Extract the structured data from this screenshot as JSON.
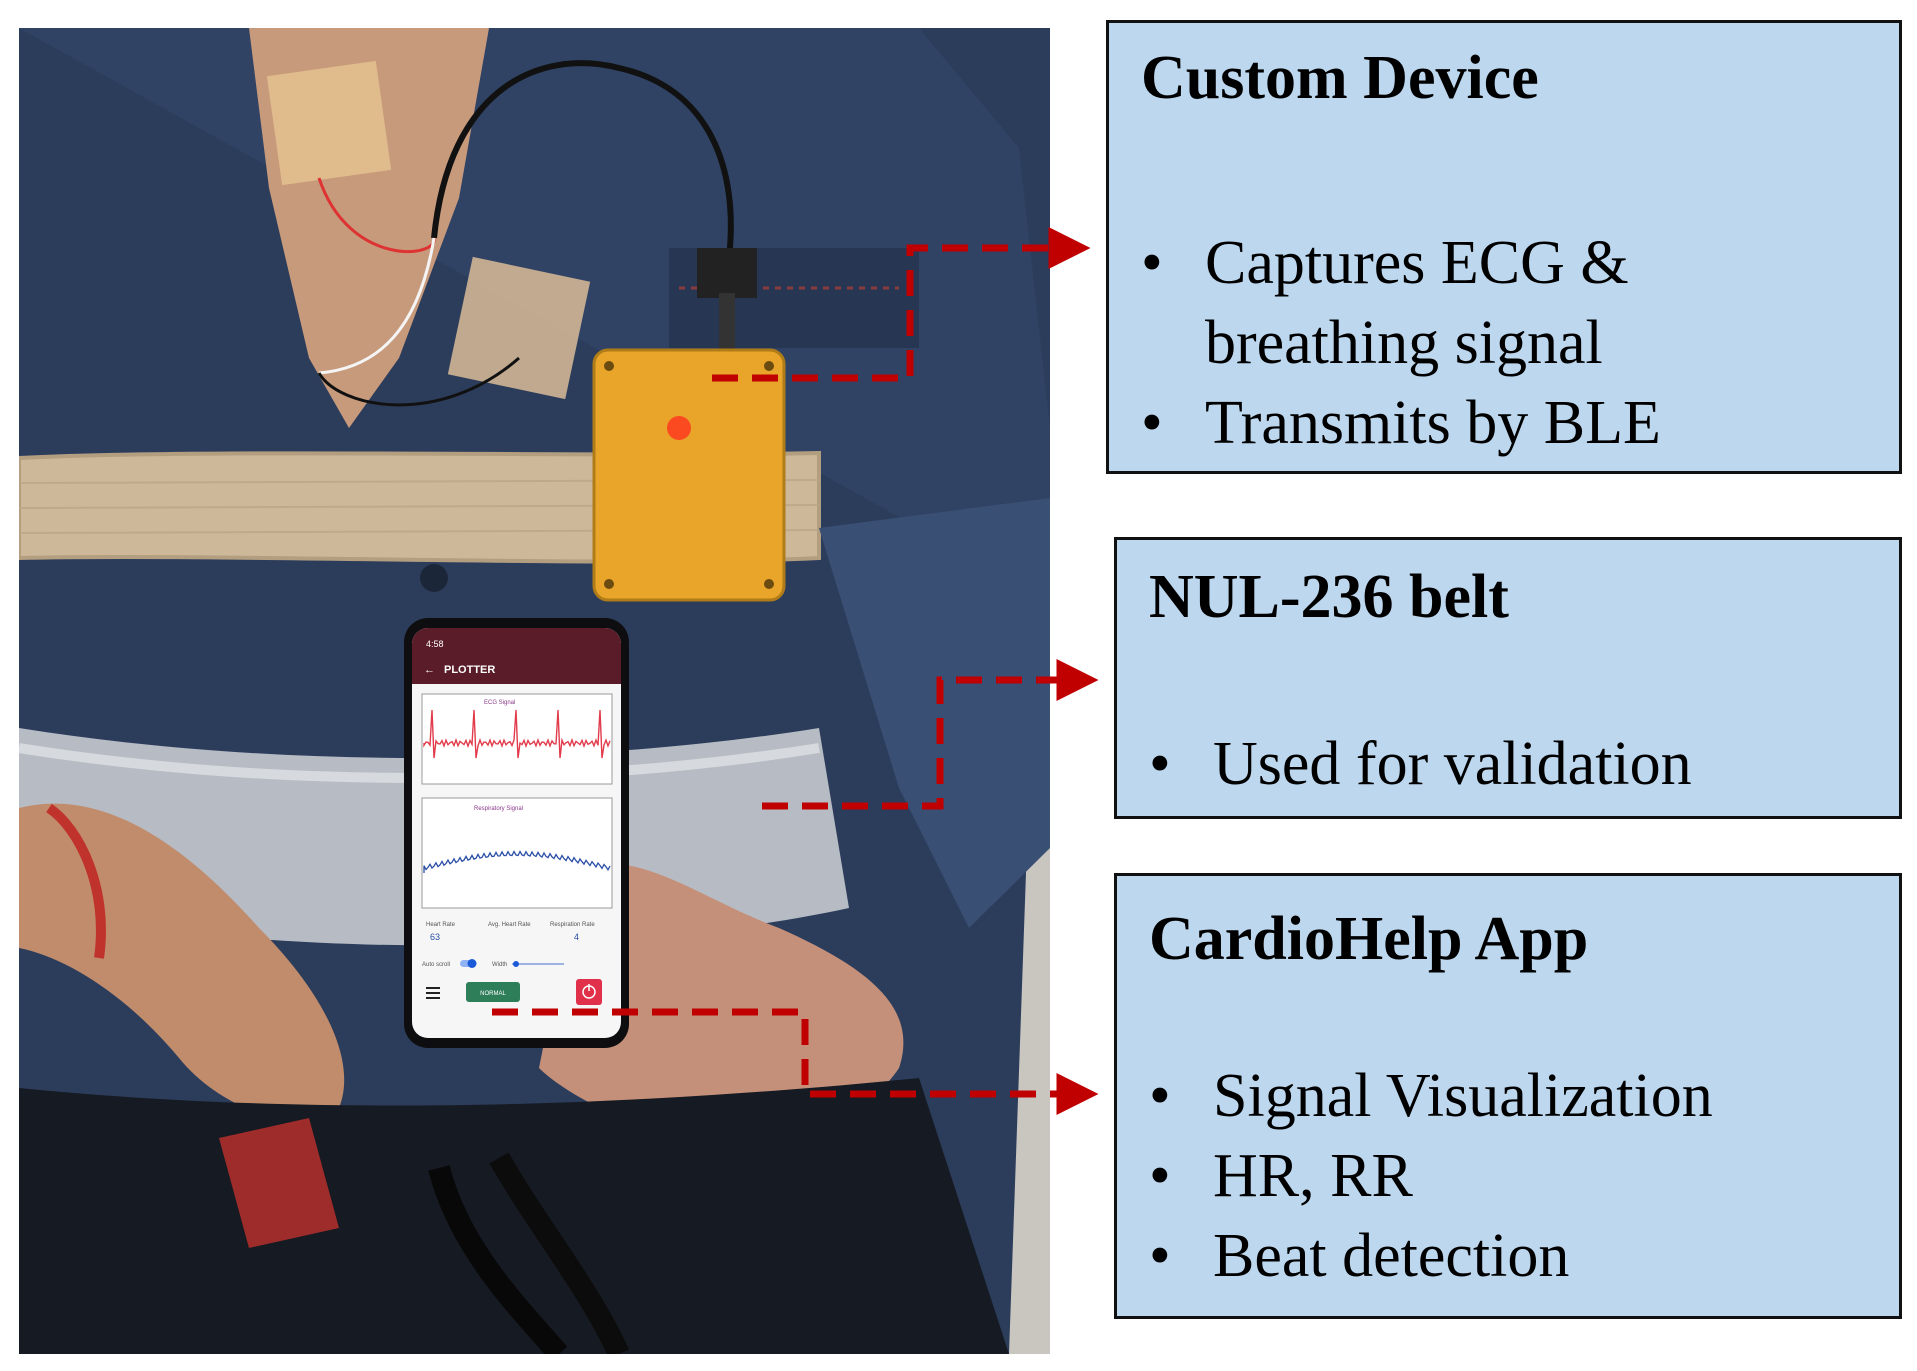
{
  "boxes": {
    "device": {
      "title": "Custom Device",
      "bullets": [
        "Captures ECG & breathing signal",
        "Transmits by BLE"
      ]
    },
    "belt": {
      "title": "NUL-236 belt",
      "bullets": [
        "Used for validation"
      ]
    },
    "app": {
      "title": "CardioHelp App",
      "bullets": [
        "Signal Visualization",
        "HR, RR",
        "Beat detection"
      ]
    }
  },
  "phone": {
    "status_time": "4:58",
    "header": "PLOTTER",
    "ecg_title": "ECG Signal",
    "resp_title": "Respiratory Signal",
    "heart_rate_label": "Heart Rate",
    "heart_rate_value": "63",
    "avg_heart_rate_label": "Avg. Heart Rate",
    "respiration_rate_label": "Respiration Rate",
    "respiration_rate_value": "4",
    "autoscroll_label": "Auto scroll",
    "width_label": "Width",
    "normal_button": "NORMAL"
  },
  "colors": {
    "box_fill": "#bdd7ee",
    "connector": "#c00000",
    "device": "#e8a52a",
    "shirt": "#2c3d5c",
    "belt": "#cdb89a",
    "ecg_trace": "#e23b4b",
    "resp_trace": "#2a4ea6"
  },
  "icons": {
    "back": "arrow-left-icon",
    "menu": "hamburger-icon",
    "power": "power-icon"
  }
}
